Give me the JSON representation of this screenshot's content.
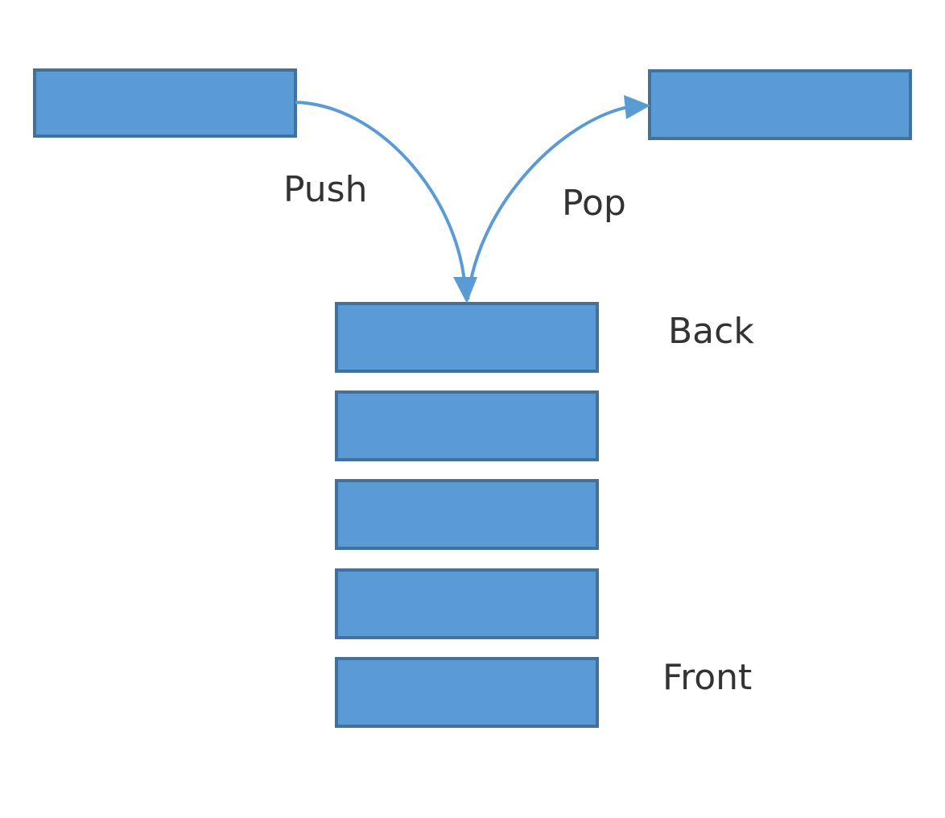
{
  "labels": {
    "push": "Push",
    "pop": "Pop",
    "back": "Back",
    "front": "Front"
  },
  "colors": {
    "box_fill": "#5B9BD5",
    "box_stroke": "#41719C",
    "arrow": "#5B9BD5",
    "text": "#333333",
    "background": "#FFFFFF"
  }
}
